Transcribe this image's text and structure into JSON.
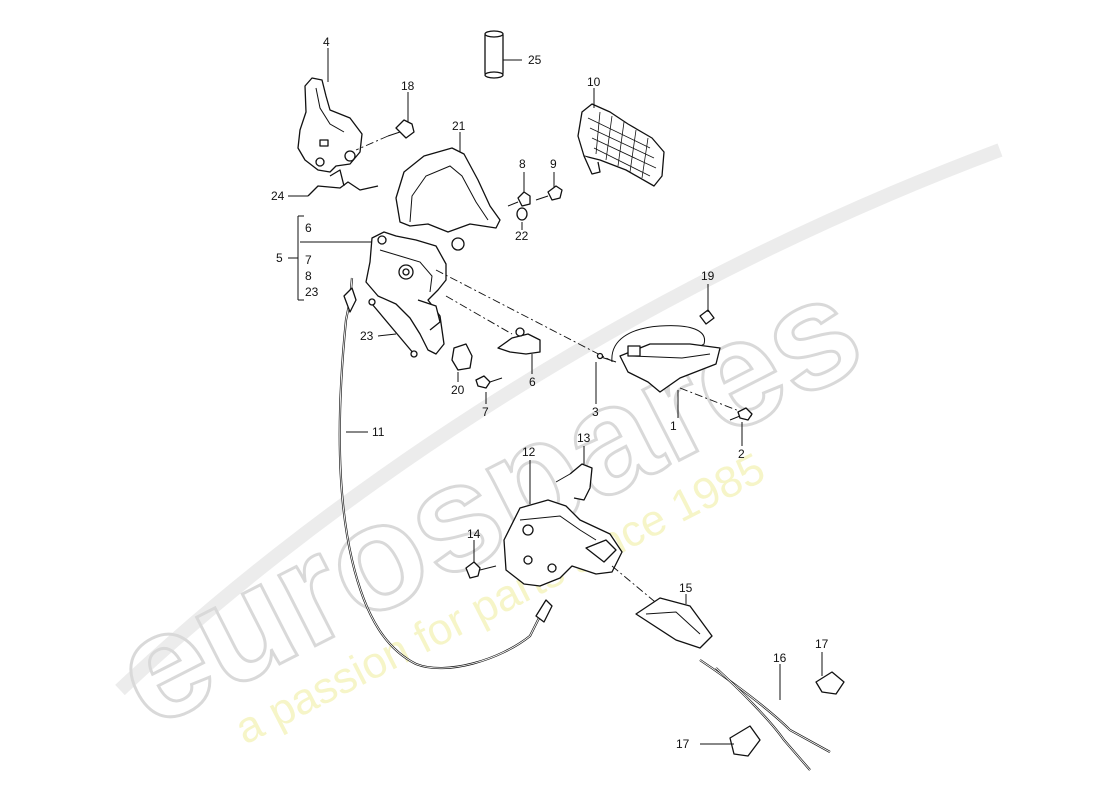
{
  "watermark": {
    "brand": "eurospares",
    "tagline": "a passion for parts since 1985"
  },
  "callouts": [
    {
      "id": "c1",
      "label": "1"
    },
    {
      "id": "c2",
      "label": "2"
    },
    {
      "id": "c3",
      "label": "3"
    },
    {
      "id": "c4",
      "label": "4"
    },
    {
      "id": "c5",
      "label": "5"
    },
    {
      "id": "c6a",
      "label": "6"
    },
    {
      "id": "c6b",
      "label": "6"
    },
    {
      "id": "c7a",
      "label": "7"
    },
    {
      "id": "c7b",
      "label": "7"
    },
    {
      "id": "c8a",
      "label": "8"
    },
    {
      "id": "c8b",
      "label": "8"
    },
    {
      "id": "c9",
      "label": "9"
    },
    {
      "id": "c10",
      "label": "10"
    },
    {
      "id": "c11",
      "label": "11"
    },
    {
      "id": "c12",
      "label": "12"
    },
    {
      "id": "c13",
      "label": "13"
    },
    {
      "id": "c14",
      "label": "14"
    },
    {
      "id": "c15",
      "label": "15"
    },
    {
      "id": "c16",
      "label": "16"
    },
    {
      "id": "c17a",
      "label": "17"
    },
    {
      "id": "c17b",
      "label": "17"
    },
    {
      "id": "c18",
      "label": "18"
    },
    {
      "id": "c19",
      "label": "19"
    },
    {
      "id": "c20",
      "label": "20"
    },
    {
      "id": "c21",
      "label": "21"
    },
    {
      "id": "c22",
      "label": "22"
    },
    {
      "id": "c23a",
      "label": "23"
    },
    {
      "id": "c23b",
      "label": "23"
    },
    {
      "id": "c24",
      "label": "24"
    },
    {
      "id": "c25",
      "label": "25"
    }
  ]
}
